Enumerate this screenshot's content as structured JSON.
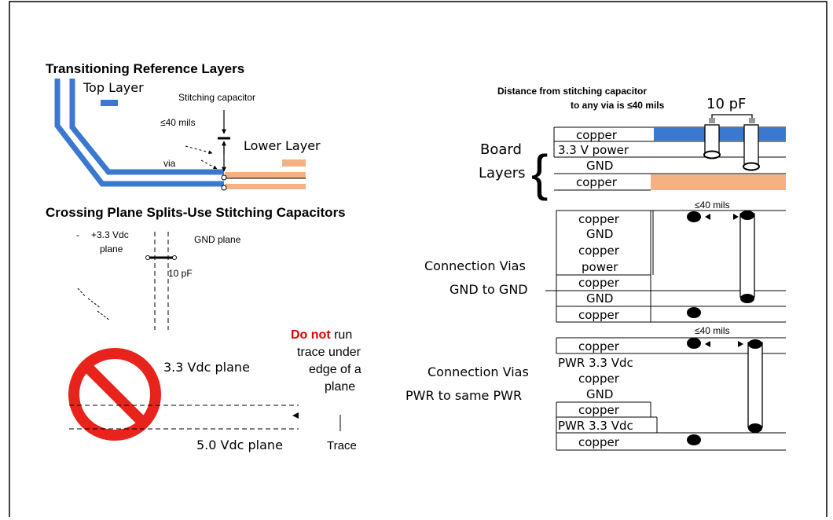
{
  "colors": {
    "blue_layer": "#3b78d0",
    "orange_layer": "#f4b183",
    "warning_red": "#e8231b",
    "do_not_red": "#e00000",
    "frame_border": "#000000"
  },
  "transition": {
    "title": "Transitioning Reference Layers",
    "top_layer": "Top Layer",
    "stitching_capacitor": "Stitching capacitor",
    "distance": "≤40 mils",
    "lower_layer": "Lower Layer",
    "via": "via"
  },
  "crossing": {
    "title": "Crossing Plane Splits-Use Stitching Capacitors",
    "plane_33_line1": "+3.3 Vdc",
    "plane_33_line2": "plane",
    "gnd_plane": "GND plane",
    "cap": "10 pF",
    "label_33": "3.3 Vdc plane",
    "label_50": "5.0 Vdc plane",
    "do_not": "Do not",
    "run": " run",
    "warn_line2": "trace under",
    "warn_line3": "edge of a",
    "warn_line4": "plane",
    "trace": "Trace",
    "icon": "no-symbol-icon"
  },
  "board": {
    "distance_line1": "Distance from stitching capacitor",
    "distance_line2": "to any via is ≤40 mils",
    "cap": "10 pF",
    "label_line1": "Board",
    "label_line2": "Layers",
    "layers": [
      "copper",
      "3.3 V power",
      "GND",
      "copper"
    ]
  },
  "gnd_vias": {
    "distance": "≤40 mils",
    "label_line1": "Connection Vias",
    "label_line2": "GND to GND",
    "layers": [
      "copper",
      "GND",
      "copper",
      "power",
      "copper",
      "GND",
      "copper"
    ]
  },
  "pwr_vias": {
    "distance": "≤40 mils",
    "label_line1": "Connection Vias",
    "label_line2": "PWR to same PWR",
    "layers": [
      "copper",
      "PWR 3.3 Vdc",
      "copper",
      "GND",
      "copper",
      "PWR 3.3 Vdc",
      "copper"
    ]
  }
}
